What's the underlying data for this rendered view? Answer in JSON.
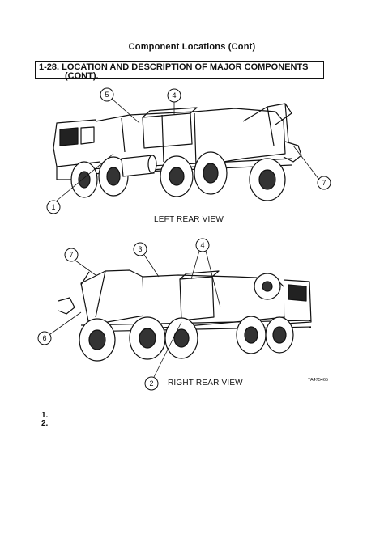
{
  "page": {
    "header": "Component Locations (Cont)",
    "section": {
      "number": "1-28.",
      "title_line1": "LOCATION AND DESCRIPTION OF MAJOR COMPONENTS",
      "title_line2": "(CONT)."
    },
    "figure_top": {
      "caption": "LEFT REAR VIEW",
      "callouts": [
        "5",
        "4",
        "7",
        "1"
      ]
    },
    "figure_bottom": {
      "caption": "RIGHT REAR VIEW",
      "callouts": [
        "7",
        "3",
        "4",
        "6",
        "2"
      ]
    },
    "figure_id": "TA475465",
    "list_numbers": [
      "1.",
      "2."
    ]
  }
}
